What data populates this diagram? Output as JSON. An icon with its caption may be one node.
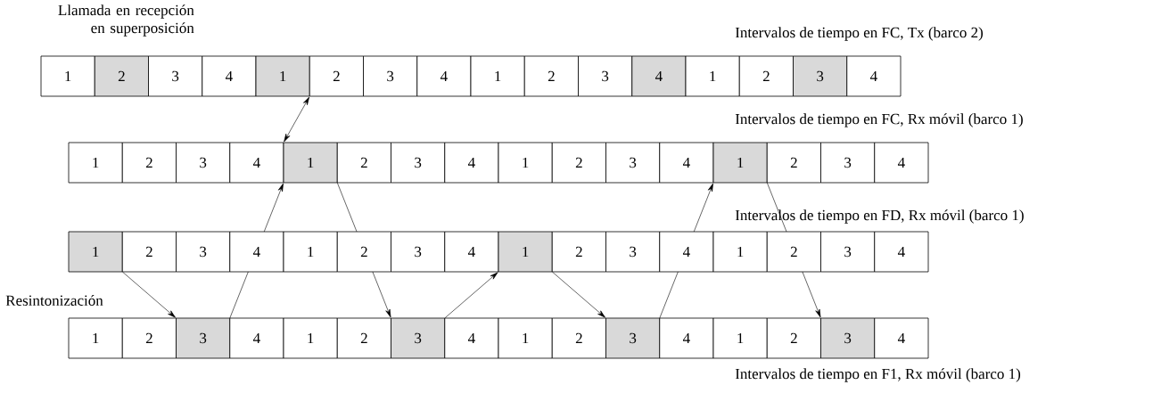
{
  "diagram": {
    "nodes": [
      {
        "text": [
          "1"
        ]
      },
      {
        "text": [
          "2"
        ]
      },
      {
        "text": [
          "3"
        ]
      },
      {
        "text": [
          "4"
        ]
      },
      {
        "text": [
          "1"
        ]
      },
      {
        "text": [
          "2"
        ]
      },
      {
        "text": [
          "3"
        ]
      },
      {
        "text": [
          "4"
        ]
      },
      {
        "text": [
          "1"
        ]
      },
      {
        "text": [
          "2"
        ]
      },
      {
        "text": [
          "3"
        ]
      },
      {
        "text": [
          "4"
        ]
      },
      {
        "text": [
          "1"
        ]
      },
      {
        "text": [
          "2"
        ]
      },
      {
        "text": [
          "3"
        ]
      },
      {
        "text": [
          "4"
        ]
      },
      {
        "text": [
          "1"
        ]
      },
      {
        "text": [
          "2"
        ]
      },
      {
        "text": [
          "3"
        ]
      },
      {
        "text": [
          "4"
        ]
      },
      {
        "text": [
          "1"
        ]
      },
      {
        "text": [
          "2"
        ]
      },
      {
        "text": [
          "3"
        ]
      },
      {
        "text": [
          "4"
        ]
      },
      {
        "text": [
          "1"
        ]
      },
      {
        "text": [
          "2"
        ]
      },
      {
        "text": [
          "3"
        ]
      },
      {
        "text": [
          "4"
        ]
      },
      {
        "text": [
          "1"
        ]
      },
      {
        "text": [
          "2"
        ]
      },
      {
        "text": [
          "3"
        ]
      },
      {
        "text": [
          "4"
        ]
      },
      {
        "text": [
          "1"
        ]
      },
      {
        "text": [
          "2"
        ]
      },
      {
        "text": [
          "3"
        ]
      },
      {
        "text": [
          "4"
        ]
      },
      {
        "text": [
          "1"
        ]
      },
      {
        "text": [
          "2"
        ]
      },
      {
        "text": [
          "3"
        ]
      },
      {
        "text": [
          "4"
        ]
      },
      {
        "text": [
          "1"
        ]
      },
      {
        "text": [
          "2"
        ]
      },
      {
        "text": [
          "3"
        ]
      },
      {
        "text": [
          "4"
        ]
      },
      {
        "text": [
          "1"
        ]
      },
      {
        "text": [
          "2"
        ]
      },
      {
        "text": [
          "3"
        ]
      },
      {
        "text": [
          "4"
        ]
      },
      {
        "text": [
          "1"
        ]
      },
      {
        "text": [
          "2"
        ]
      },
      {
        "text": [
          "3"
        ]
      },
      {
        "text": [
          "4"
        ]
      },
      {
        "text": [
          "1"
        ]
      },
      {
        "text": [
          "2"
        ]
      },
      {
        "text": [
          "3"
        ]
      },
      {
        "text": [
          "4"
        ]
      },
      {
        "text": [
          "1"
        ]
      },
      {
        "text": [
          "2"
        ]
      },
      {
        "text": [
          "3"
        ]
      },
      {
        "text": [
          "4"
        ]
      },
      {
        "text": [
          "1"
        ]
      },
      {
        "text": [
          "2"
        ]
      },
      {
        "text": [
          "3"
        ]
      },
      {
        "text": [
          "4"
        ]
      }
    ],
    "edges": [
      {
        "from": 4,
        "to": 20,
        "arrow": "both"
      },
      {
        "from": 32,
        "to": 50,
        "arrow": "to"
      },
      {
        "from": 50,
        "to": 35,
        "arrow": "none"
      },
      {
        "from": 35,
        "to": 20,
        "arrow": "to"
      },
      {
        "from": 20,
        "to": 37,
        "arrow": "none"
      },
      {
        "from": 37,
        "to": 54,
        "arrow": "to"
      },
      {
        "from": 54,
        "to": 40,
        "arrow": "to"
      },
      {
        "from": 40,
        "to": 58,
        "arrow": "to"
      },
      {
        "from": 58,
        "to": 43,
        "arrow": "none"
      },
      {
        "from": 43,
        "to": 28,
        "arrow": "to"
      },
      {
        "from": 28,
        "to": 45,
        "arrow": "none"
      },
      {
        "from": 45,
        "to": 62,
        "arrow": "to"
      }
    ],
    "labels": [
      "Llamada en recepción en superposición",
      "Intervalos de tiempo en FC, Tx (barco 2)",
      "Intervalos de tiempo en FC, Rx móvil (barco 1)",
      "Intervalos de tiempo en FD, Rx móvil (barco 1)",
      "Resintonización",
      "Intervalos de tiempo en F1, Rx móvil (barco 1)"
    ]
  }
}
